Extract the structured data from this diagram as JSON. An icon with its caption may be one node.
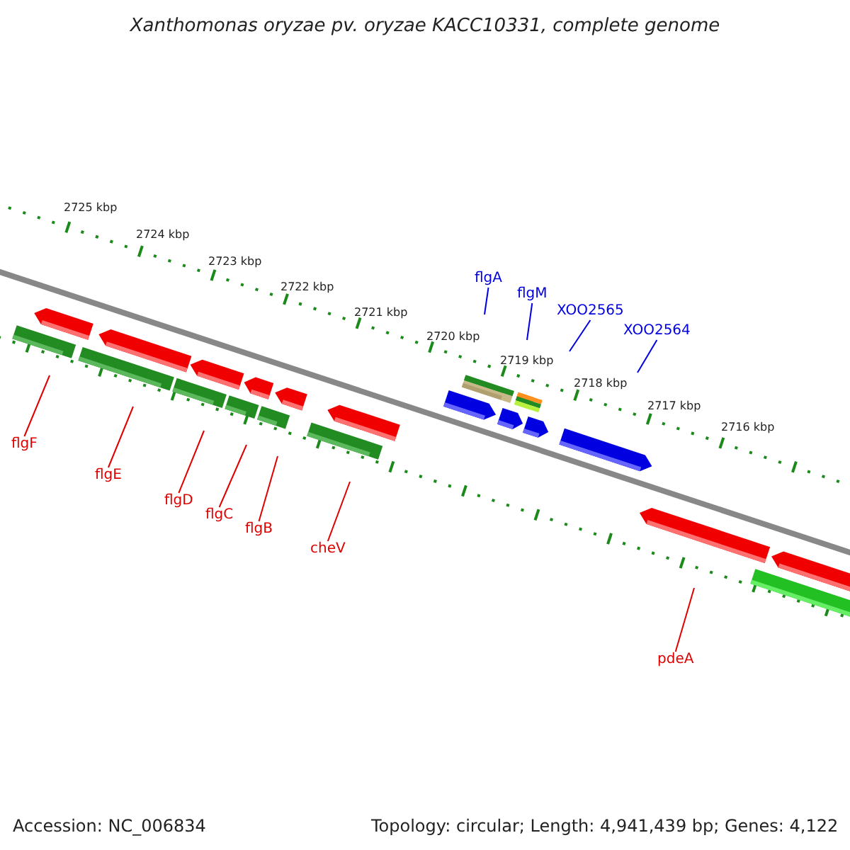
{
  "diagram": {
    "title": "Xanthomonas oryzae pv. oryzae KACC10331, complete genome",
    "nodes": [
      {
        "text": [
          "flgF"
        ]
      },
      {
        "text": [
          "flgE"
        ]
      },
      {
        "text": [
          "flgD"
        ]
      },
      {
        "text": [
          "flgC"
        ]
      },
      {
        "text": [
          "flgB"
        ]
      },
      {
        "text": [
          "cheV"
        ]
      },
      {
        "text": [
          "flgA"
        ]
      },
      {
        "text": [
          "flgM"
        ]
      },
      {
        "text": [
          "XOO2565"
        ]
      },
      {
        "text": [
          "XOO2564"
        ]
      },
      {
        "text": [
          "pdeA"
        ]
      }
    ],
    "edges": [
      {
        "from": 0,
        "to": null,
        "arrow": "none"
      },
      {
        "from": 1,
        "to": null,
        "arrow": "none"
      },
      {
        "from": 2,
        "to": null,
        "arrow": "none"
      },
      {
        "from": 3,
        "to": null,
        "arrow": "none"
      },
      {
        "from": 4,
        "to": null,
        "arrow": "none"
      },
      {
        "from": 5,
        "to": null,
        "arrow": "none"
      },
      {
        "from": 6,
        "to": null,
        "arrow": "none",
        "color": "#0000e0"
      },
      {
        "from": 7,
        "to": null,
        "arrow": "none",
        "color": "#0000e0"
      },
      {
        "from": 8,
        "to": null,
        "arrow": "none",
        "color": "#0000e0"
      },
      {
        "from": 9,
        "to": null,
        "arrow": "none",
        "color": "#0000e0"
      },
      {
        "from": 10,
        "to": null,
        "arrow": "none"
      }
    ],
    "labels": [
      "2725 kbp",
      "2724 kbp",
      "2723 kbp",
      "2722 kbp",
      "2721 kbp",
      "2720 kbp",
      "2719 kbp",
      "2718 kbp",
      "2717 kbp",
      "2716 kbp",
      "Accession: NC_006834",
      "Topology: circular; Length: 4,941,439 bp; Genes: 4,122"
    ]
  }
}
